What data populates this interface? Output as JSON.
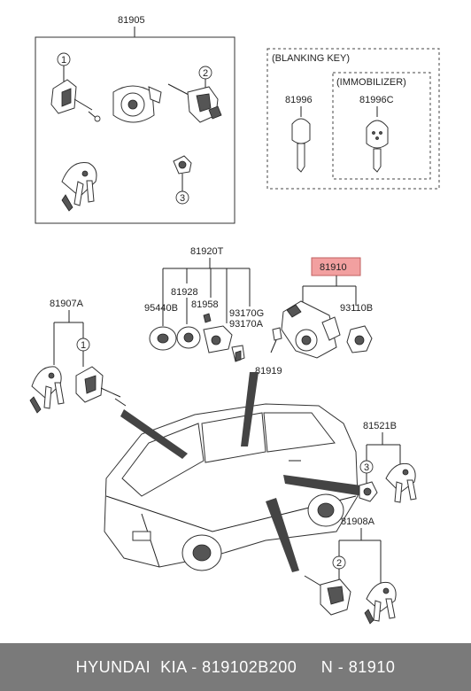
{
  "parts": {
    "kit": "81905",
    "blanking_box": "(BLANKING KEY)",
    "immobilizer_box": "(IMMOBILIZER)",
    "key_plain": "81996",
    "key_immobilizer": "81996C",
    "set_group": "81920T",
    "p81928": "81928",
    "p95440b": "95440B",
    "p81958": "81958",
    "p93170g": "93170G",
    "p93170a": "93170A",
    "p81919": "81919",
    "highlighted": "81910",
    "p93110b": "93110B",
    "p81907a": "81907A",
    "p81521b": "81521B",
    "p81908a": "81908A"
  },
  "callouts": {
    "c1": "1",
    "c2": "2",
    "c3": "3"
  },
  "highlight_color": "#f2a0a0",
  "footer": {
    "text": "HYUNDAI  KIA - 819102B200     N - 81910"
  }
}
